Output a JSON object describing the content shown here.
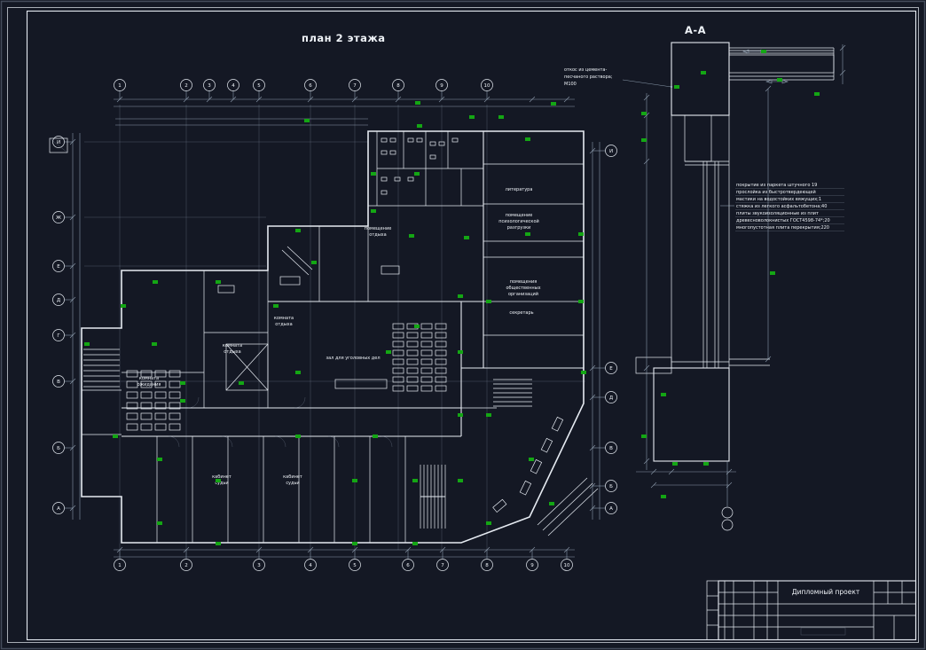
{
  "colors": {
    "bg": "#141824",
    "line": "#e6ebf2",
    "dim": "#9fb0c2",
    "grip": "#14a614",
    "text": "#eef2f7"
  },
  "sheet": {
    "plan_title": "план 2 этажа",
    "section_title": "А-А"
  },
  "axes": {
    "top": [
      "1",
      "2",
      "3",
      "4",
      "5",
      "6",
      "7",
      "8",
      "9",
      "10"
    ],
    "bottom": [
      "1",
      "2",
      "3",
      "4",
      "5",
      "6",
      "7",
      "8",
      "9",
      "10"
    ],
    "left": [
      "И",
      "Ж",
      "Е",
      "Д",
      "Г",
      "В",
      "Б",
      "А"
    ],
    "right": [
      "И",
      "Е",
      "Д",
      "В",
      "Б",
      "А"
    ]
  },
  "rooms": [
    {
      "label1": "литература"
    },
    {
      "label1": "помещение",
      "label2": "психологической",
      "label3": "разгрузки"
    },
    {
      "label1": "помещение",
      "label2": "отдыха"
    },
    {
      "label1": "помещения",
      "label2": "общественных",
      "label3": "организаций"
    },
    {
      "label1": "секретарь"
    },
    {
      "label1": "комната",
      "label2": "отдыха"
    },
    {
      "label1": "комната",
      "label2": "отдыха"
    },
    {
      "label1": "зал для уголовных дел"
    },
    {
      "label1": "комната",
      "label2": "ожидания"
    },
    {
      "label1": "кабинет",
      "label2": "судьи"
    },
    {
      "label1": "кабинет",
      "label2": "судьи"
    }
  ],
  "section": {
    "annotation": {
      "line1": "откос из цемента-",
      "line2": "песчаного раствора;",
      "line3": "М100"
    },
    "spec": [
      "покрытие из паркета штучного 19",
      "прослойка из быстротвердеющей",
      "мастики на водостойких вяжущих;1",
      "стяжка из легкого асфальтобетона;40",
      "плиты звукоизоляционные из плит",
      "древесноволокнистых ГОСТ4598-74*;20",
      "многопустотная плита перекрытия;220"
    ]
  },
  "titleblock": {
    "project": "Дипломный проект"
  }
}
